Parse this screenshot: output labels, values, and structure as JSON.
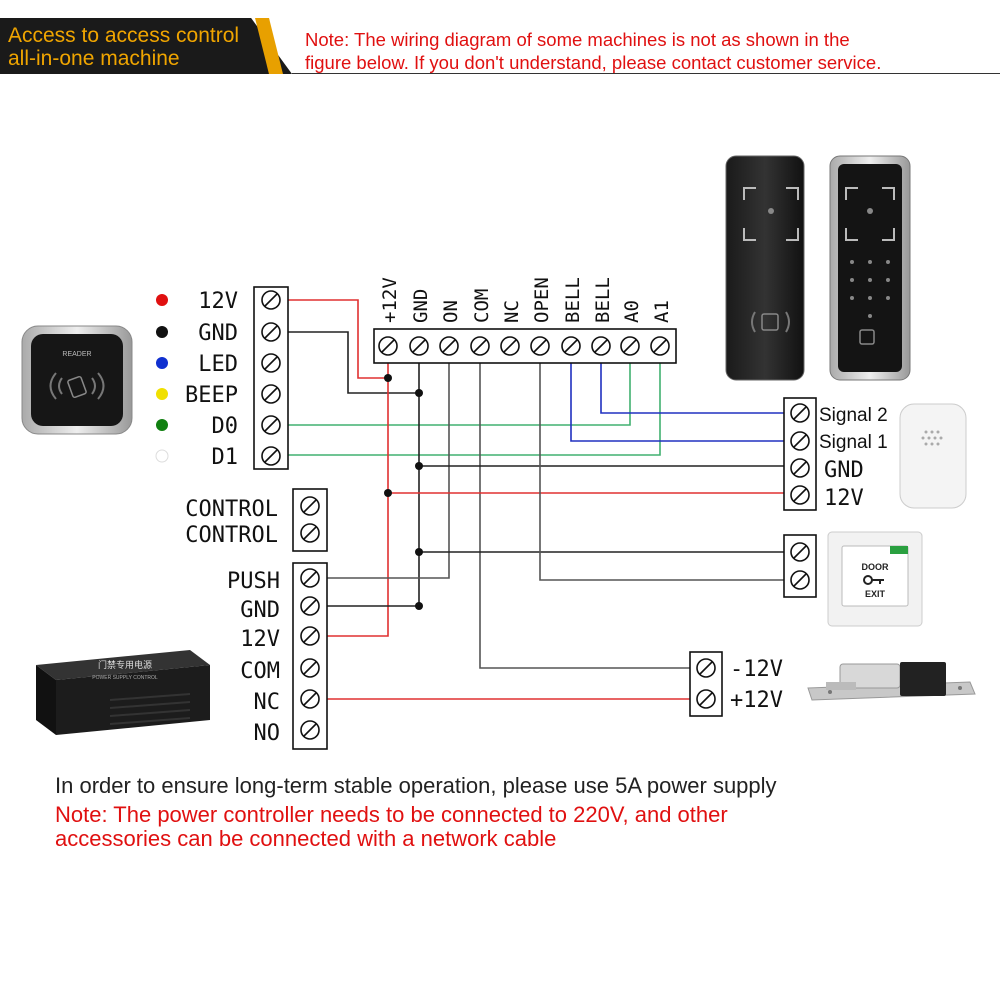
{
  "header": {
    "banner_line1": "Access to access control",
    "banner_line2": "all-in-one machine",
    "note_line1": "Note: The wiring diagram of some machines is not as shown in the",
    "note_line2": "figure below. If you don't understand, please contact customer service."
  },
  "reader": {
    "device_label": "READER",
    "pins": [
      {
        "label": "12V",
        "dot_color": "#e01010"
      },
      {
        "label": "GND",
        "dot_color": "#111111"
      },
      {
        "label": "LED",
        "dot_color": "#1030d0"
      },
      {
        "label": "BEEP",
        "dot_color": "#f0e000"
      },
      {
        "label": "D0",
        "dot_color": "#118011"
      },
      {
        "label": "D1",
        "dot_color": "#ffffff"
      }
    ]
  },
  "control": {
    "pins": [
      "CONTROL",
      "CONTROL"
    ]
  },
  "power": {
    "pins": [
      "PUSH",
      "GND",
      "12V",
      "COM",
      "NC",
      "NO"
    ],
    "device_label": "门禁专用电源",
    "device_sublabel": "POWER SUPPLY CONTROL"
  },
  "controller": {
    "pins": [
      "+12V",
      "GND",
      "ON",
      "COM",
      "NC",
      "OPEN",
      "BELL",
      "BELL",
      "A0",
      "A1"
    ]
  },
  "doorbell": {
    "pins": [
      "Signal 2",
      "Signal 1",
      "GND",
      "12V"
    ]
  },
  "exit_button": {
    "line1": "DOOR",
    "line2": "EXIT"
  },
  "lock": {
    "pins": [
      "-12V",
      "+12V"
    ]
  },
  "footer": {
    "text": "In order to ensure long-term stable operation, please use 5A power supply",
    "note_line1": "Note: The power controller needs to be connected to 220V, and other",
    "note_line2": "accessories can be connected with a network cable"
  },
  "colors": {
    "red_wire": "#e03030",
    "green_wire": "#40b070",
    "blue_wire": "#2030c0",
    "black_wire": "#222222",
    "gray_wire": "#555555",
    "banner_text": "#f0a500",
    "note": "#e01010"
  }
}
